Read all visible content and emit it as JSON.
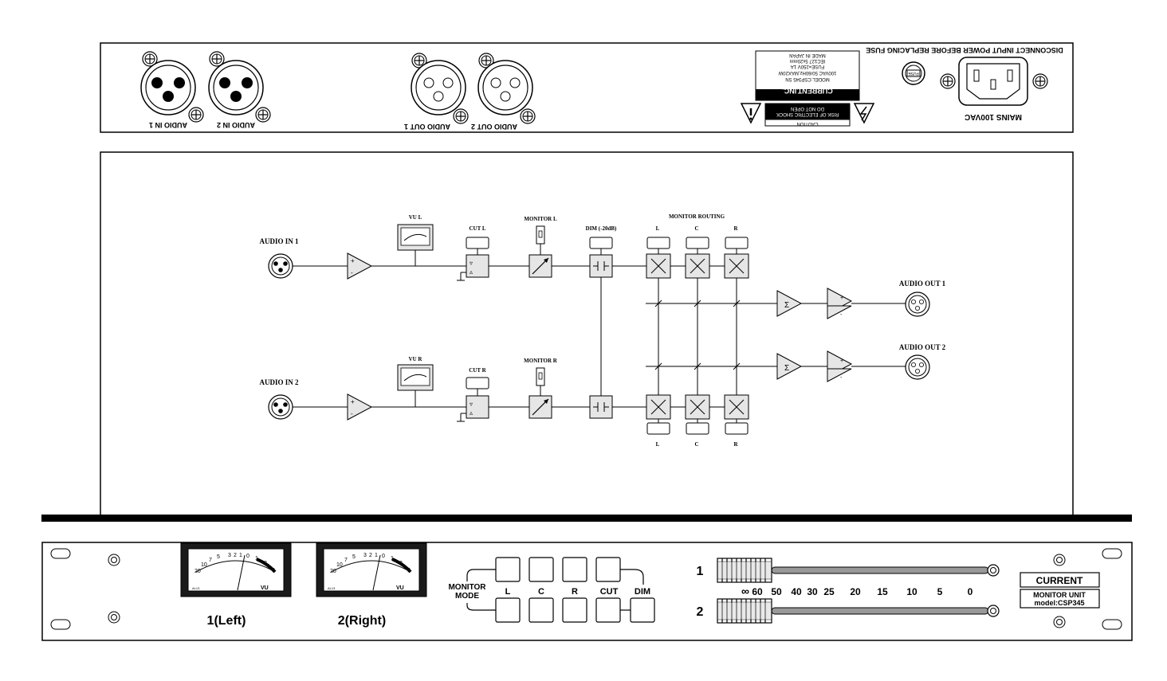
{
  "rear_panel": {
    "inputs": [
      "AUDIO IN 1",
      "AUDIO IN 2"
    ],
    "outputs": [
      "AUDIO OUT 1",
      "AUDIO OUT 2"
    ],
    "caution_title": "CAUTION",
    "caution_line1": "RISK OF ELECTRIC SHOCK",
    "caution_line2": "DO NOT OPEN",
    "brand": "CURRENT,INC.",
    "model_line": "MODEL:CSP345 SN",
    "power_line": "100VAC 50/60Hz,MAX20W",
    "fuse_line": "FUSE=250V 1A",
    "iec_line": "IEC127 5x20mm",
    "origin_line": "MADE IN JAPAN",
    "fuse_label": "FUSE",
    "fuse_warning": "DISCONNECT INPUT POWER BEFORE REPLACING FUSE",
    "mains_label": "MAINS  100VAC"
  },
  "block_diagram": {
    "input_1": "AUDIO IN 1",
    "input_2": "AUDIO IN 2",
    "vu_l": "VU L",
    "vu_r": "VU R",
    "cut_l": "CUT L",
    "cut_r": "CUT R",
    "monitor_l": "MONITOR L",
    "monitor_r": "MONITOR R",
    "dim": "DIM (-20dB)",
    "monitor_routing": "MONITOR ROUTING",
    "routing_top": [
      "L",
      "C",
      "R"
    ],
    "routing_bottom": [
      "L",
      "C",
      "R"
    ],
    "output_1": "AUDIO OUT 1",
    "output_2": "AUDIO OUT 2",
    "sum_symbol": "Σ"
  },
  "front_panel": {
    "meter_1_label": "1(Left)",
    "meter_2_label": "2(Right)",
    "meter_scale": [
      "20",
      "10",
      "7",
      "5",
      "3",
      "2",
      "1",
      "0",
      "1",
      "2",
      "3"
    ],
    "meter_unit": "VU",
    "meter_model": "AL13",
    "monitor_mode_line1": "MONITOR",
    "monitor_mode_line2": "MODE",
    "buttons": [
      "L",
      "C",
      "R",
      "CUT",
      "DIM"
    ],
    "fader_1": "1",
    "fader_2": "2",
    "fader_scale": [
      "∞",
      "60",
      "50",
      "40",
      "30",
      "25",
      "20",
      "15",
      "10",
      "5",
      "0"
    ],
    "brand": "CURRENT",
    "model_line1": "MONITOR UNIT",
    "model_line2": "model:CSP345"
  }
}
